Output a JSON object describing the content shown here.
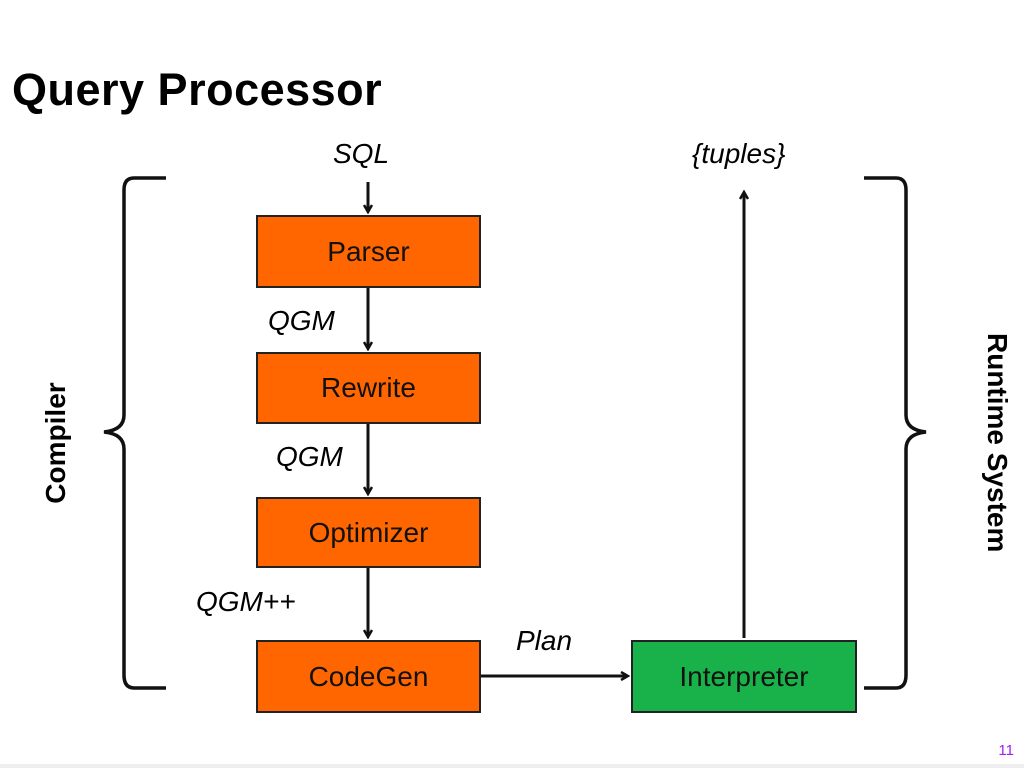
{
  "title": "Query Processor",
  "colors": {
    "process_box": "#ff6600",
    "runtime_box": "#19b24a",
    "page_number": "#a020f0"
  },
  "inputs": {
    "sql": "SQL",
    "tuples": "{tuples}"
  },
  "boxes": {
    "parser": "Parser",
    "rewrite": "Rewrite",
    "optimizer": "Optimizer",
    "codegen": "CodeGen",
    "interpreter": "Interpreter"
  },
  "edges": {
    "parser_to_rewrite": "QGM",
    "rewrite_to_optimizer": "QGM",
    "optimizer_to_codegen": "QGM++",
    "codegen_to_interpreter": "Plan"
  },
  "groups": {
    "compiler": "Compiler",
    "runtime": "Runtime System"
  },
  "page_number": "11"
}
